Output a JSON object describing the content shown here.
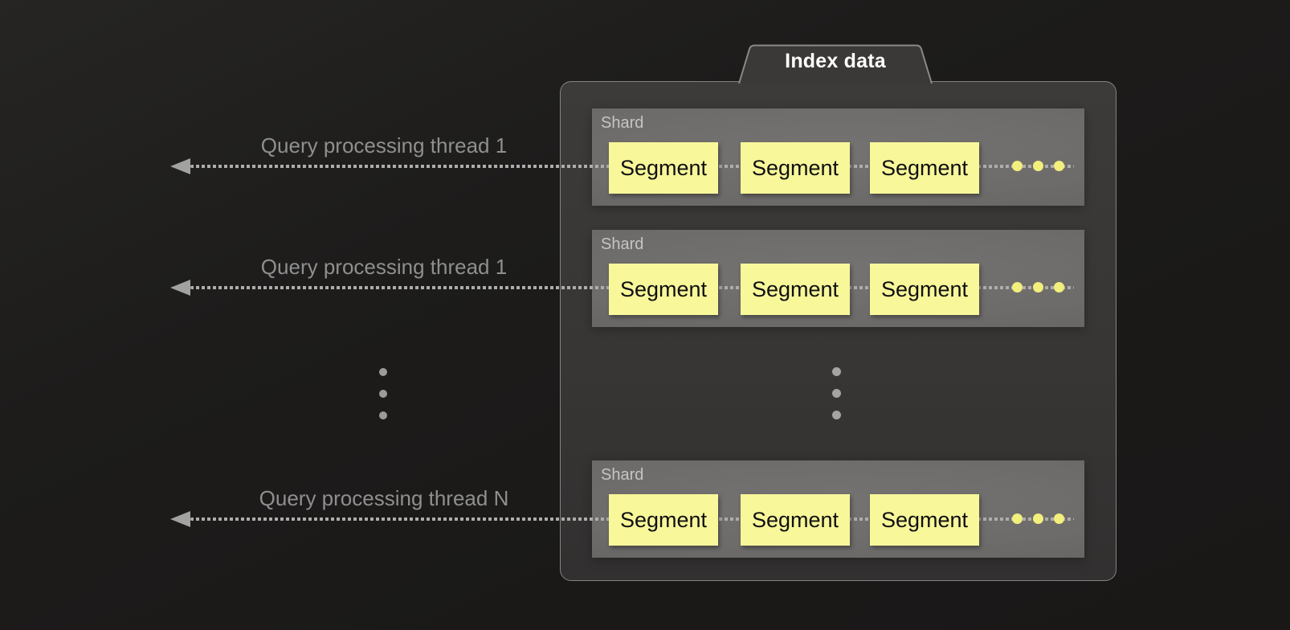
{
  "panel": {
    "tab_label": "Index data"
  },
  "threads": [
    {
      "label": "Query processing thread 1"
    },
    {
      "label": "Query processing thread 1"
    },
    {
      "label": "Query processing thread N"
    }
  ],
  "shards": [
    {
      "label": "Shard",
      "segments": [
        "Segment",
        "Segment",
        "Segment"
      ]
    },
    {
      "label": "Shard",
      "segments": [
        "Segment",
        "Segment",
        "Segment"
      ]
    },
    {
      "label": "Shard",
      "segments": [
        "Segment",
        "Segment",
        "Segment"
      ]
    }
  ],
  "colors": {
    "background": "#1b1a19",
    "panel_fill": "#3a3836",
    "panel_border": "#85837f",
    "shard_fill": "#6e6c6a",
    "shard_label_text": "#c6c5c4",
    "segment_fill": "#f8f79a",
    "segment_text": "#101010",
    "segment_more_dot": "#f2ef7d",
    "flow_line": "#aeadab",
    "thread_label_text": "#8f8f8f",
    "tab_text": "#ffffff",
    "ellipsis_dot": "#9c9b9a"
  }
}
